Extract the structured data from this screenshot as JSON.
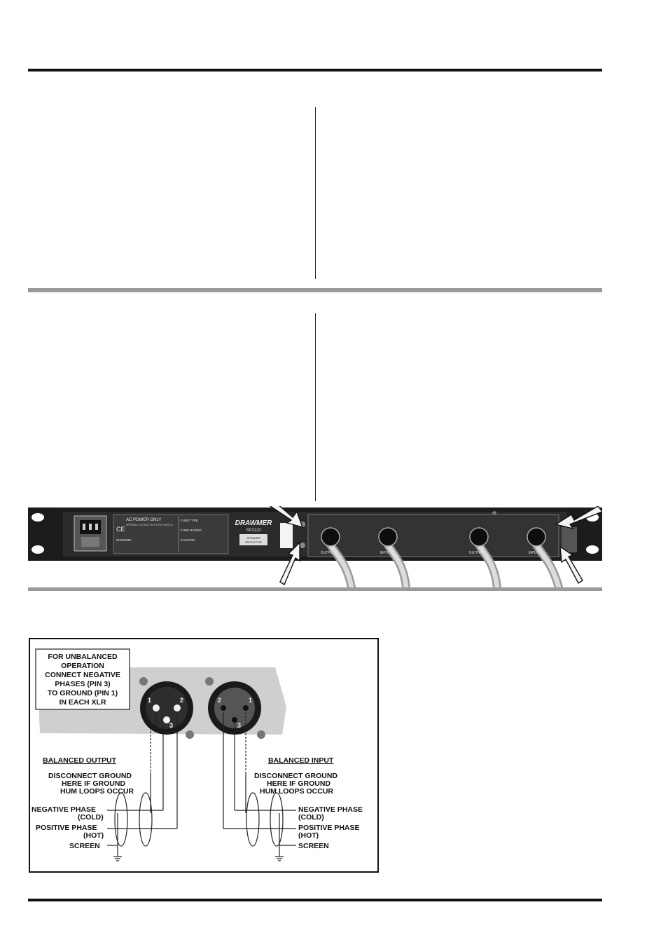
{
  "rear_panel": {
    "power_title": "AC POWER ONLY",
    "voltage_note": "INTERNAL VOLTAGE SELECTOR SWITCH",
    "warning_head": "WARNING",
    "fuse_type": "FUSE TYPE",
    "fuse_rating": "FUSE RATING",
    "caution": "CAUTION",
    "brand": "DRAWMER",
    "model": "SP2120",
    "speaker_label": "SPEAKER",
    "protector_label": "PROTECTOR",
    "jack_output_1": "OUTPUT",
    "jack_input_1": "INPUT",
    "jack_output_2": "OUTPUT",
    "jack_input_2": "INPUT"
  },
  "wiring_diagram": {
    "note_lines": [
      "FOR UNBALANCED",
      "OPERATION",
      "CONNECT NEGATIVE",
      "PHASES (PIN 3)",
      "TO GROUND (PIN 1)",
      "IN EACH XLR"
    ],
    "balanced_output": "BALANCED OUTPUT",
    "balanced_input": "BALANCED INPUT",
    "disconnect_left": [
      "DISCONNECT GROUND",
      "HERE IF GROUND",
      "HUM LOOPS OCCUR"
    ],
    "disconnect_right": [
      "DISCONNECT GROUND",
      "HERE IF GROUND",
      "HUM LOOPS OCCUR"
    ],
    "neg_phase": "NEGATIVE PHASE",
    "cold": "(COLD)",
    "pos_phase": "POSITIVE PHASE",
    "hot": "(HOT)",
    "screen": "SCREEN",
    "pin_1": "1",
    "pin_2": "2",
    "pin_3": "3"
  }
}
